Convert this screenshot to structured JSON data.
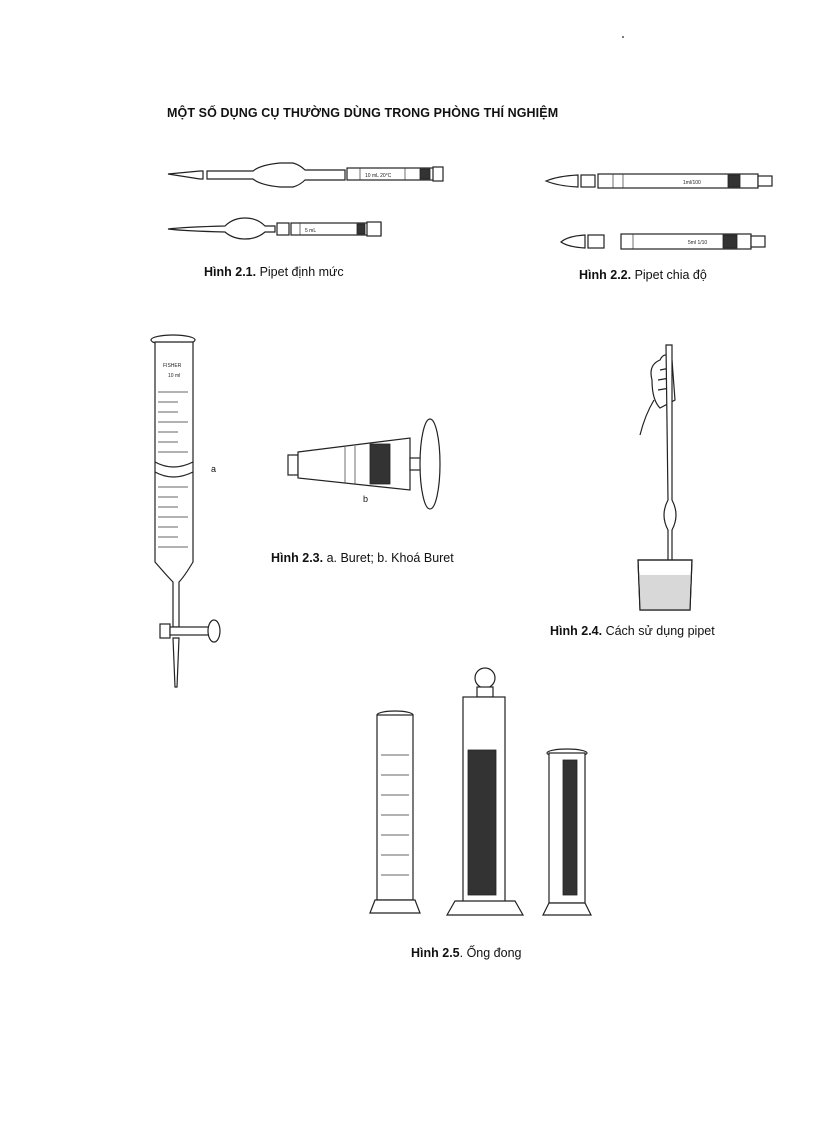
{
  "page": {
    "title": "MỘT SỐ DỤNG CỤ THƯỜNG DÙNG TRONG PHÒNG THÍ NGHIỆM"
  },
  "figures": [
    {
      "id": "2.1",
      "label": "Hình 2.1.",
      "text": " Pipet định mức",
      "icon": "volumetric-pipet-icon"
    },
    {
      "id": "2.2",
      "label": "Hình 2.2.",
      "text": " Pipet chia độ",
      "icon": "graduated-pipet-icon"
    },
    {
      "id": "2.3",
      "label": "Hình 2.3.",
      "text": " a. Buret; b. Khoá Buret",
      "icon": "burette-icon",
      "parts": {
        "a": "a",
        "b": "b"
      }
    },
    {
      "id": "2.4",
      "label": "Hình 2.4.",
      "text": " Cách sử dụng pipet",
      "icon": "pipet-usage-icon"
    },
    {
      "id": "2.5",
      "label": "Hình 2.5",
      "text": ". Ống đong",
      "icon": "graduated-cylinder-icon"
    }
  ]
}
